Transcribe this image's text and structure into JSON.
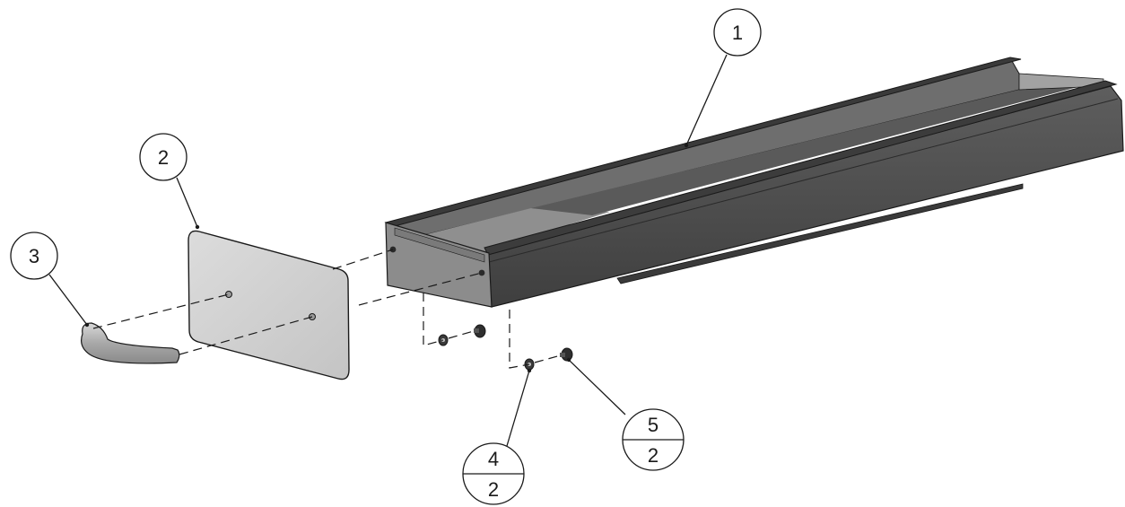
{
  "parts": [
    {
      "id": "1",
      "name": "channel"
    },
    {
      "id": "2",
      "name": "end-plate"
    },
    {
      "id": "3",
      "name": "handle"
    },
    {
      "id": "4",
      "name": "washer",
      "qty": "2"
    },
    {
      "id": "5",
      "name": "screw",
      "qty": "2"
    }
  ],
  "balloons": {
    "b1": {
      "number": "1"
    },
    "b2": {
      "number": "2"
    },
    "b3": {
      "number": "3"
    },
    "b4": {
      "number": "4",
      "qty": "2"
    },
    "b5": {
      "number": "5",
      "qty": "2"
    }
  },
  "colors": {
    "channel_dark": "#4a4a4a",
    "channel_mid": "#6b6b6b",
    "channel_light": "#8a8a8a",
    "plate": "#d2d2d2",
    "handle": "#b8b8b8",
    "line": "#1a1a1a"
  }
}
